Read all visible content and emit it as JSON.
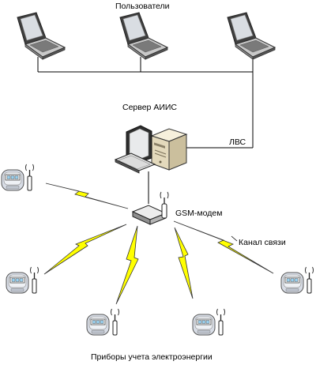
{
  "labels": {
    "users": "Пользователи",
    "server": "Сервер АИИС",
    "lan": "ЛВС",
    "modem": "GSM-модем",
    "channel": "Канал связи",
    "meters": "Приборы учета электроэнергии"
  },
  "colors": {
    "line": "#000000",
    "lightning_fill": "#ffff00",
    "lightning_stroke": "#333333",
    "laptop_screen": "#d9dde2",
    "server_body": "#f0e8d0",
    "meter_face": "#d8dde6",
    "meter_display": "#9ad0ee"
  },
  "nodes": {
    "laptops": [
      "laptop-icon",
      "laptop-icon",
      "laptop-icon"
    ],
    "server": "server-icon",
    "modem": "gsm-modem-icon",
    "meters": [
      "meter-icon",
      "meter-icon",
      "meter-icon",
      "meter-icon",
      "meter-icon",
      "meter-icon"
    ]
  }
}
